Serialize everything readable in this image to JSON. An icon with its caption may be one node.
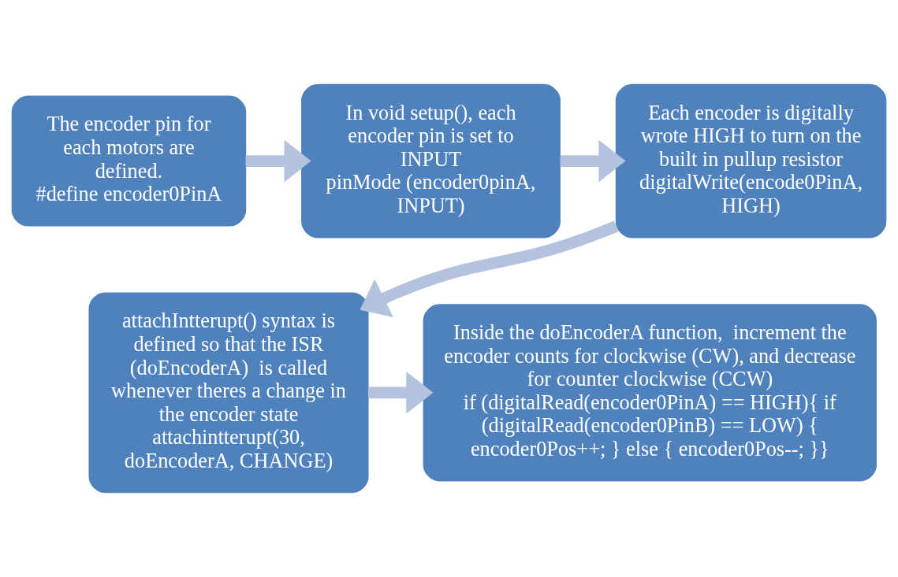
{
  "diagram": {
    "nodes": [
      {
        "text": [
          "The encoder pin for each motors are defined.",
          "#define encoder0PinA"
        ]
      },
      {
        "text": [
          "In void setup(), each encoder pin is set to INPUT",
          "pinMode (encoder0pinA, INPUT)"
        ]
      },
      {
        "text": [
          "Each encoder is digitally wrote HIGH to turn on the built in pullup resistor",
          "digitalWrite(encode0PinA, HIGH)"
        ]
      },
      {
        "text": [
          "attachIntterupt() syntax is defined so that the ISR (doEncoderA)  is called whenever theres a change in the encoder state",
          "attachintterupt(30, doEncoderA, CHANGE)"
        ]
      },
      {
        "text": [
          "Inside the doEncoderA function,  increment the encoder counts for clockwise (CW), and decrease for counter clockwise (CCW)",
          "if (digitalRead(encoder0PinA) == HIGH){ if (digitalRead(encoder0PinB) == LOW) { encoder0Pos++; } else { encoder0Pos--; }}"
        ]
      }
    ],
    "edges": [
      {
        "from": 0,
        "to": 1,
        "arrow": "to"
      },
      {
        "from": 1,
        "to": 2,
        "arrow": "to"
      },
      {
        "from": 2,
        "to": 3,
        "arrow": "to"
      },
      {
        "from": 3,
        "to": 4,
        "arrow": "to"
      }
    ]
  }
}
